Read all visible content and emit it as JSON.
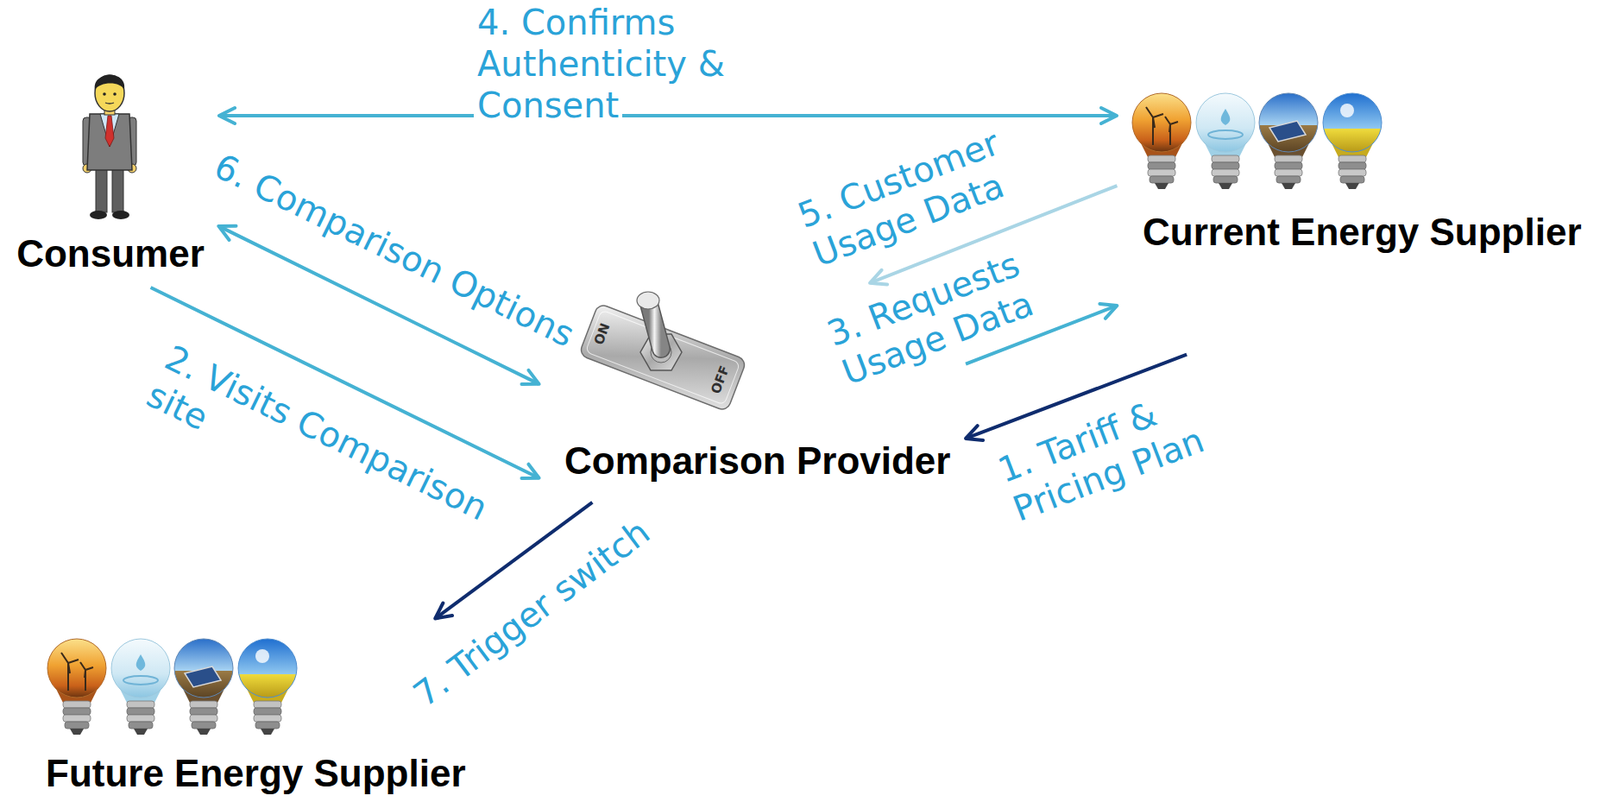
{
  "diagram": {
    "nodes": [
      {
        "text": [
          "Consumer"
        ]
      },
      {
        "text": [
          "Current Energy Supplier"
        ]
      },
      {
        "text": [
          "Comparison Provider"
        ]
      },
      {
        "text": [
          "Future Energy Supplier"
        ]
      }
    ],
    "edges": [
      {
        "from": 1,
        "to": 2,
        "label": "1. Tariff & Pricing Plan",
        "arrow": "to"
      },
      {
        "from": 0,
        "to": 2,
        "label": "2. Visits Comparison site",
        "arrow": "to"
      },
      {
        "from": 2,
        "to": 1,
        "label": "3. Requests Usage Data",
        "arrow": "to"
      },
      {
        "from": 0,
        "to": 1,
        "label": "4. Confirms Authenticity & Consent",
        "arrow": "both"
      },
      {
        "from": 1,
        "to": 2,
        "label": "5. Customer Usage Data",
        "arrow": "to"
      },
      {
        "from": 0,
        "to": 2,
        "label": "6. Comparison Options",
        "arrow": "both"
      },
      {
        "from": 2,
        "to": 3,
        "label": "7. Trigger switch",
        "arrow": "to"
      }
    ],
    "labels": [
      "ON",
      "OFF"
    ]
  }
}
